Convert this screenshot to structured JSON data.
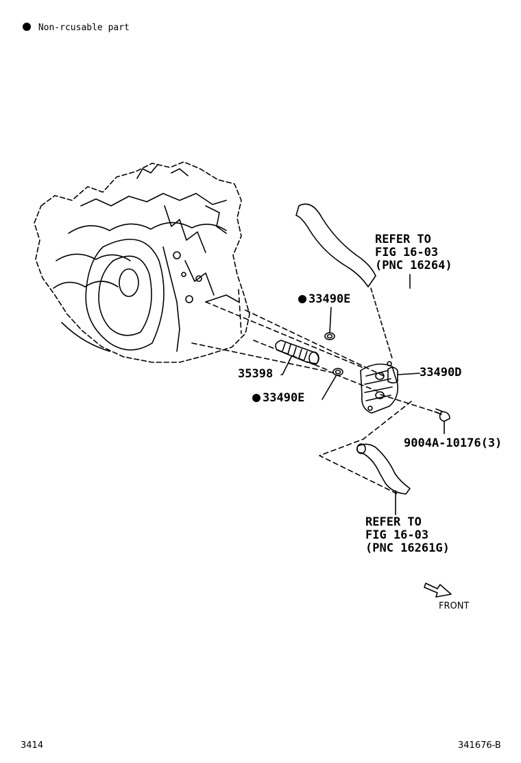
{
  "legend": {
    "marker": "●",
    "text": "Non-rcusable part"
  },
  "parts": {
    "gasket_upper": {
      "number": "33490E",
      "non_reusable": true
    },
    "gasket_lower": {
      "number": "33490E",
      "non_reusable": true
    },
    "pipe": {
      "number": "35398"
    },
    "cooler": {
      "number": "33490D"
    },
    "bolt": {
      "number": "9004A-10176(3)"
    }
  },
  "refs": {
    "upper": {
      "line1": "REFER TO",
      "line2": "FIG 16-03",
      "line3": "(PNC 16264)"
    },
    "lower": {
      "line1": "REFER TO",
      "line2": "FIG 16-03",
      "line3": "(PNC 16261G)"
    }
  },
  "front_label": "FRONT",
  "footer": {
    "page_code": "3414",
    "figure_code": "341676-B"
  },
  "colors": {
    "ink": "#000000",
    "paper": "#ffffff"
  }
}
